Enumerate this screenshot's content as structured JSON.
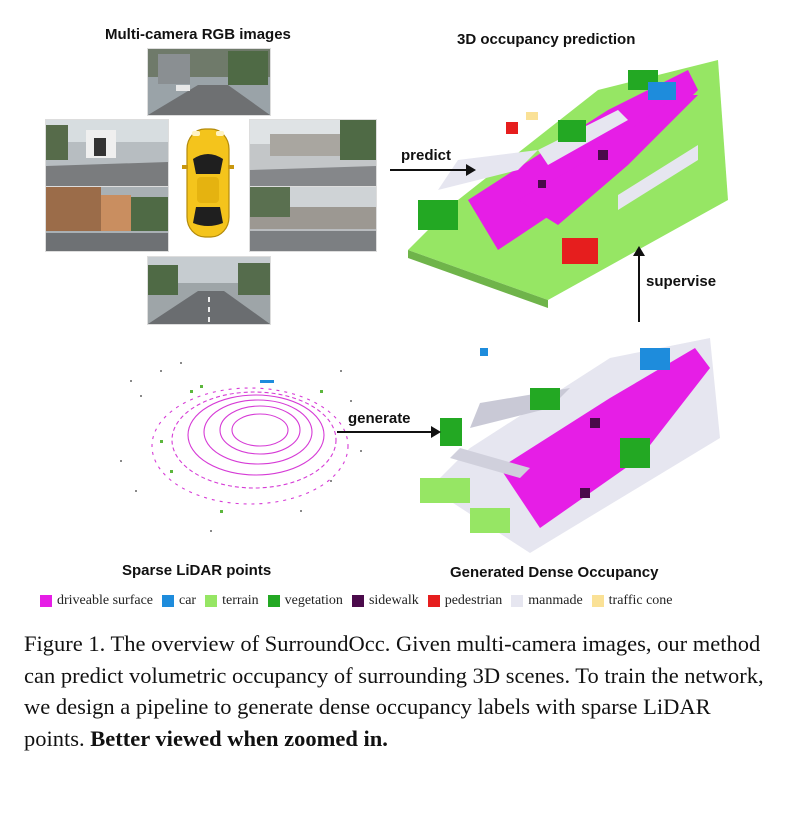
{
  "panels": {
    "rgb_title": "Multi-camera RGB images",
    "pred_title": "3D occupancy prediction",
    "lidar_title": "Sparse LiDAR points",
    "dense_title": "Generated Dense Occupancy"
  },
  "arrows": {
    "predict": "predict",
    "supervise": "supervise",
    "generate": "generate"
  },
  "legend": [
    {
      "label": "driveable surface",
      "color": "#e61ee6"
    },
    {
      "label": "car",
      "color": "#1e8cdc"
    },
    {
      "label": "terrain",
      "color": "#96e664"
    },
    {
      "label": "vegetation",
      "color": "#23a823"
    },
    {
      "label": "sidewalk",
      "color": "#4b0a4b"
    },
    {
      "label": "pedestrian",
      "color": "#e61e1e"
    },
    {
      "label": "manmade",
      "color": "#e6e6f0"
    },
    {
      "label": "traffic cone",
      "color": "#fae196"
    }
  ],
  "caption": {
    "text": "Figure 1. The overview of SurroundOcc. Given multi-camera images, our method can predict volumetric occupancy of surrounding 3D scenes. To train the network, we design a pipeline to generate dense occupancy labels with sparse LiDAR points. ",
    "bold": "Better viewed when zoomed in."
  }
}
